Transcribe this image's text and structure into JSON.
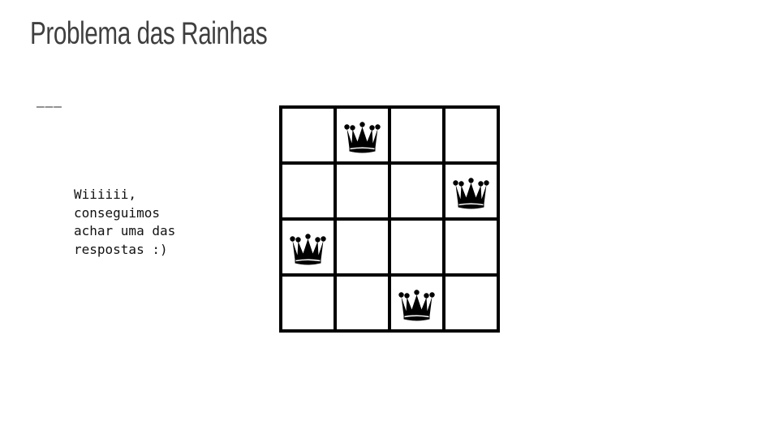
{
  "slide": {
    "title": "Problema das Rainhas",
    "divider": "———",
    "caption_lines": [
      "Wiiiiii,",
      "conseguimos",
      "achar uma das",
      "respostas :)"
    ]
  },
  "board": {
    "size": 4,
    "queens": [
      {
        "row": 0,
        "col": 1
      },
      {
        "row": 1,
        "col": 3
      },
      {
        "row": 2,
        "col": 0
      },
      {
        "row": 3,
        "col": 2
      }
    ],
    "icon": "crown-icon",
    "colors": {
      "grid": "#000000",
      "cell": "#ffffff",
      "queen": "#000000"
    }
  }
}
